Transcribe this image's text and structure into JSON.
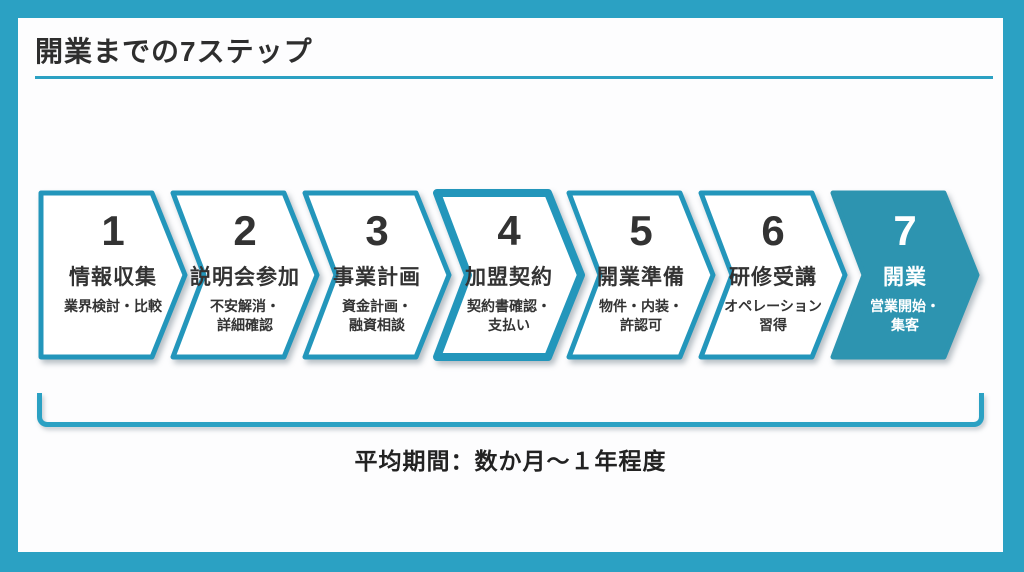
{
  "header": {
    "title": "開業までの7ステップ"
  },
  "steps": [
    {
      "number": "1",
      "title": "情報収集",
      "subtitle": "業界検討・比較",
      "emphasis": "normal"
    },
    {
      "number": "2",
      "title": "説明会参加",
      "subtitle": "不安解消・\n詳細確認",
      "emphasis": "normal"
    },
    {
      "number": "3",
      "title": "事業計画",
      "subtitle": "資金計画・\n融資相談",
      "emphasis": "normal"
    },
    {
      "number": "4",
      "title": "加盟契約",
      "subtitle": "契約書確認・\n支払い",
      "emphasis": "highlighted-border"
    },
    {
      "number": "5",
      "title": "開業準備",
      "subtitle": "物件・内装・\n許認可",
      "emphasis": "normal"
    },
    {
      "number": "6",
      "title": "研修受講",
      "subtitle": "オペレーション\n習得",
      "emphasis": "normal"
    },
    {
      "number": "7",
      "title": "開業",
      "subtitle": "営業開始・\n集客",
      "emphasis": "filled"
    }
  ],
  "footer": {
    "note": "平均期間：数か月～１年程度"
  },
  "colors": {
    "frame_teal": "#2BA1C3",
    "chevron_stroke": "#2396BB",
    "chevron_fill": "#FFFFFF",
    "final_step_fill": "#2D94B0",
    "text_dark": "#333333",
    "final_step_text": "#FFFFFF"
  }
}
